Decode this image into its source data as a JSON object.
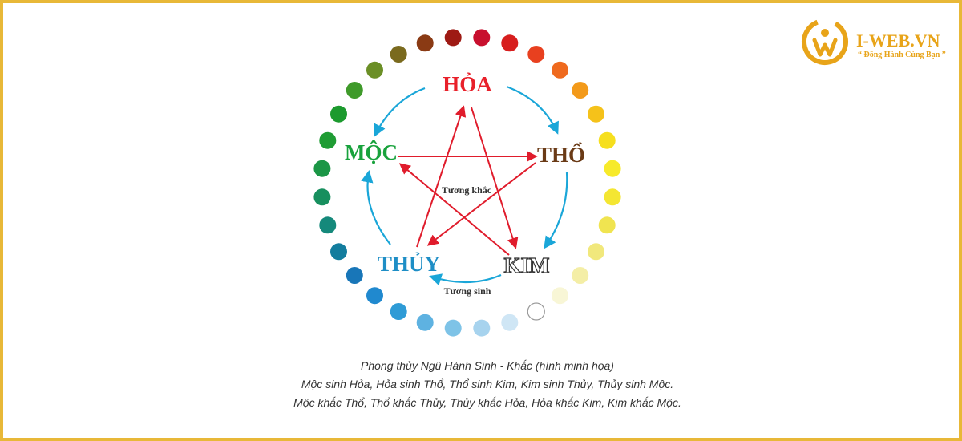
{
  "brand": {
    "name": "I-WEB.VN",
    "slogan": "“ Đồng Hành Cùng Bạn ”",
    "color": "#e8a419"
  },
  "diagram": {
    "elements": {
      "hoa": {
        "label": "HỎA",
        "color": "#e8202a"
      },
      "tho": {
        "label": "THỔ",
        "color": "#6a3a16"
      },
      "kim": {
        "label": "KIM",
        "color": "#ffffff",
        "stroke": "#333333"
      },
      "thuy": {
        "label": "THỦY",
        "color": "#1e8ec6"
      },
      "moc": {
        "label": "MỘC",
        "color": "#18a23c"
      }
    },
    "generating_label": "Tương sinh",
    "overcoming_label": "Tương khắc",
    "generating_color": "#1aa6d8",
    "overcoming_color": "#e01c2c",
    "dot_colors": [
      "#c8102e",
      "#d71e1e",
      "#e8401f",
      "#ef6a1e",
      "#f39a1a",
      "#f5c21a",
      "#f6df1e",
      "#f7ea2a",
      "#f4e632",
      "#f0e450",
      "#f1e87c",
      "#f4eea6",
      "#f8f6d6",
      "#ffffff",
      "#cfe6f5",
      "#a7d3ee",
      "#7ec3e7",
      "#5eb2e1",
      "#2e9bd6",
      "#2089cf",
      "#1876b8",
      "#137d9e",
      "#15897b",
      "#178f5e",
      "#1b9646",
      "#1f9c34",
      "#1c9a2e",
      "#3f9a2a",
      "#6b8f26",
      "#7a6a1e",
      "#8a3a14",
      "#9e1a14"
    ]
  },
  "caption": {
    "line1": "Phong thủy Ngũ Hành Sinh - Khắc (hình minh họa)",
    "line2": "Mộc sinh Hỏa, Hỏa sinh Thổ, Thổ sinh Kim, Kim sinh Thủy, Thủy sinh Mộc.",
    "line3": "Mộc khắc Thổ, Thổ khắc Thủy, Thủy khắc Hỏa, Hỏa khắc Kim, Kim khắc Mộc."
  }
}
